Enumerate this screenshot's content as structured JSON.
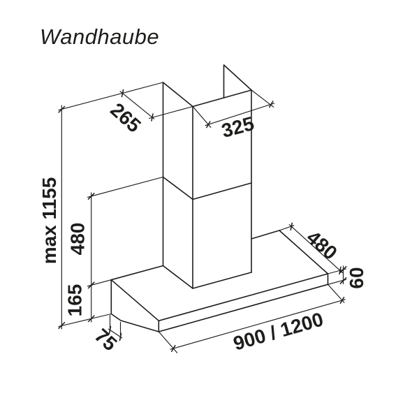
{
  "title": "Wandhaube",
  "colors": {
    "background": "#ffffff",
    "line": "#1d1d1b",
    "text": "#1d1d1b"
  },
  "dimensions": {
    "chimney_depth": "265",
    "chimney_width": "325",
    "max_total_height": "max 1155",
    "chimney_lower_section_height": "480",
    "hood_back_height": "165",
    "hood_bottom_back_depth": "75",
    "hood_width": "900 / 1200",
    "hood_depth": "480",
    "hood_front_edge_height": "60"
  }
}
